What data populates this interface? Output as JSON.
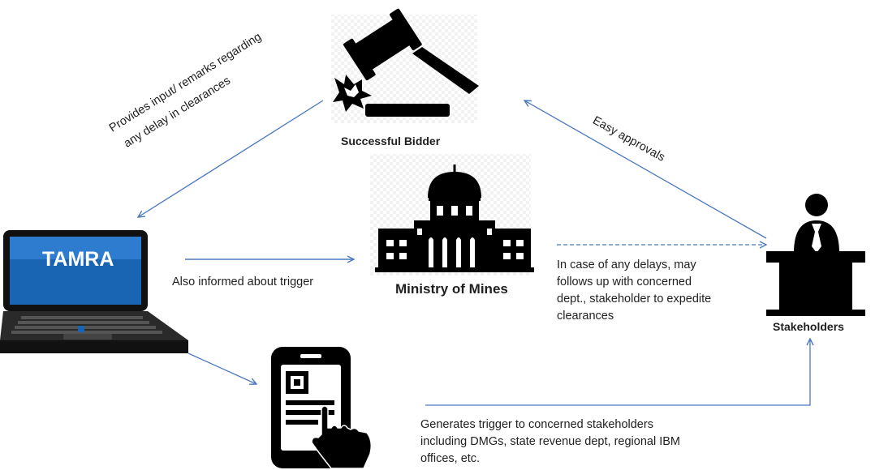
{
  "nodes": {
    "bidder_label": "Successful Bidder",
    "ministry_label": "Ministry of Mines",
    "stakeholders_label": "Stakeholders",
    "laptop_screen_text": "TAMRA"
  },
  "edges": {
    "bidder_to_tamra": [
      "Provides input/ remarks regarding",
      "any delay in clearances"
    ],
    "stakeholders_to_bidder": "Easy approvals",
    "tamra_to_ministry": "Also informed about trigger",
    "ministry_to_stakeholders": [
      "In case of any delays, may",
      "follows up with concerned",
      "dept., stakeholder to expedite",
      "clearances"
    ],
    "phone_to_stakeholders": [
      "Generates trigger to concerned stakeholders",
      "including DMGs, state revenue dept,  regional IBM",
      "offices, etc."
    ]
  },
  "colors": {
    "arrow": "#4a78bf",
    "icon": "#000000",
    "laptop_screen": "#1a64b4"
  },
  "icons": [
    "gavel-icon",
    "government-building-icon",
    "laptop-icon",
    "smartphone-touch-icon",
    "person-at-desk-icon"
  ]
}
